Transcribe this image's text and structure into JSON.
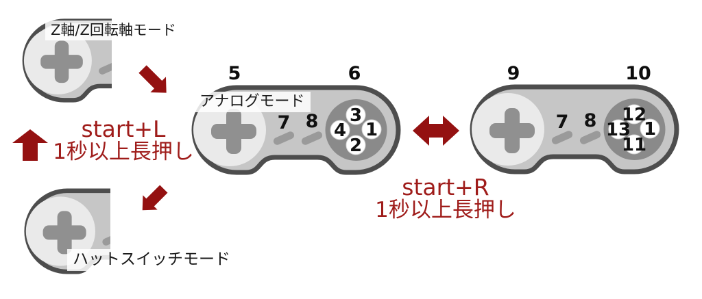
{
  "colors": {
    "arrow": "#941111",
    "transition_text": "#9f1c1a",
    "outline": "#4d4d4d",
    "body": "#c6c6c6",
    "dpad_area": "#eaeaea",
    "dpad_cross": "#909090",
    "pill": "#9a9a9a",
    "face_cluster": "#8a8a8a",
    "face_button": "#ffffff",
    "number_text": "#111111",
    "label_bg": "#ffffff"
  },
  "modes": {
    "z_axis": "Z軸/Z回転軸モード",
    "analog": "アナログモード",
    "hat_switch": "ハットスイッチモード"
  },
  "transitions": {
    "left": {
      "combo": "start+L",
      "hold": "1秒以上長押し"
    },
    "right": {
      "combo": "start+R",
      "hold": "1秒以上長押し"
    }
  },
  "controllers": {
    "analog": {
      "shoulder_left": "5",
      "shoulder_right": "6",
      "select": "7",
      "start": "8",
      "face_top": "3",
      "face_left": "4",
      "face_right": "1",
      "face_bottom": "2"
    },
    "alt": {
      "shoulder_left": "9",
      "shoulder_right": "10",
      "select": "7",
      "start": "8",
      "face_top": "12",
      "face_left": "13",
      "face_right": "1",
      "face_bottom": "11"
    }
  }
}
